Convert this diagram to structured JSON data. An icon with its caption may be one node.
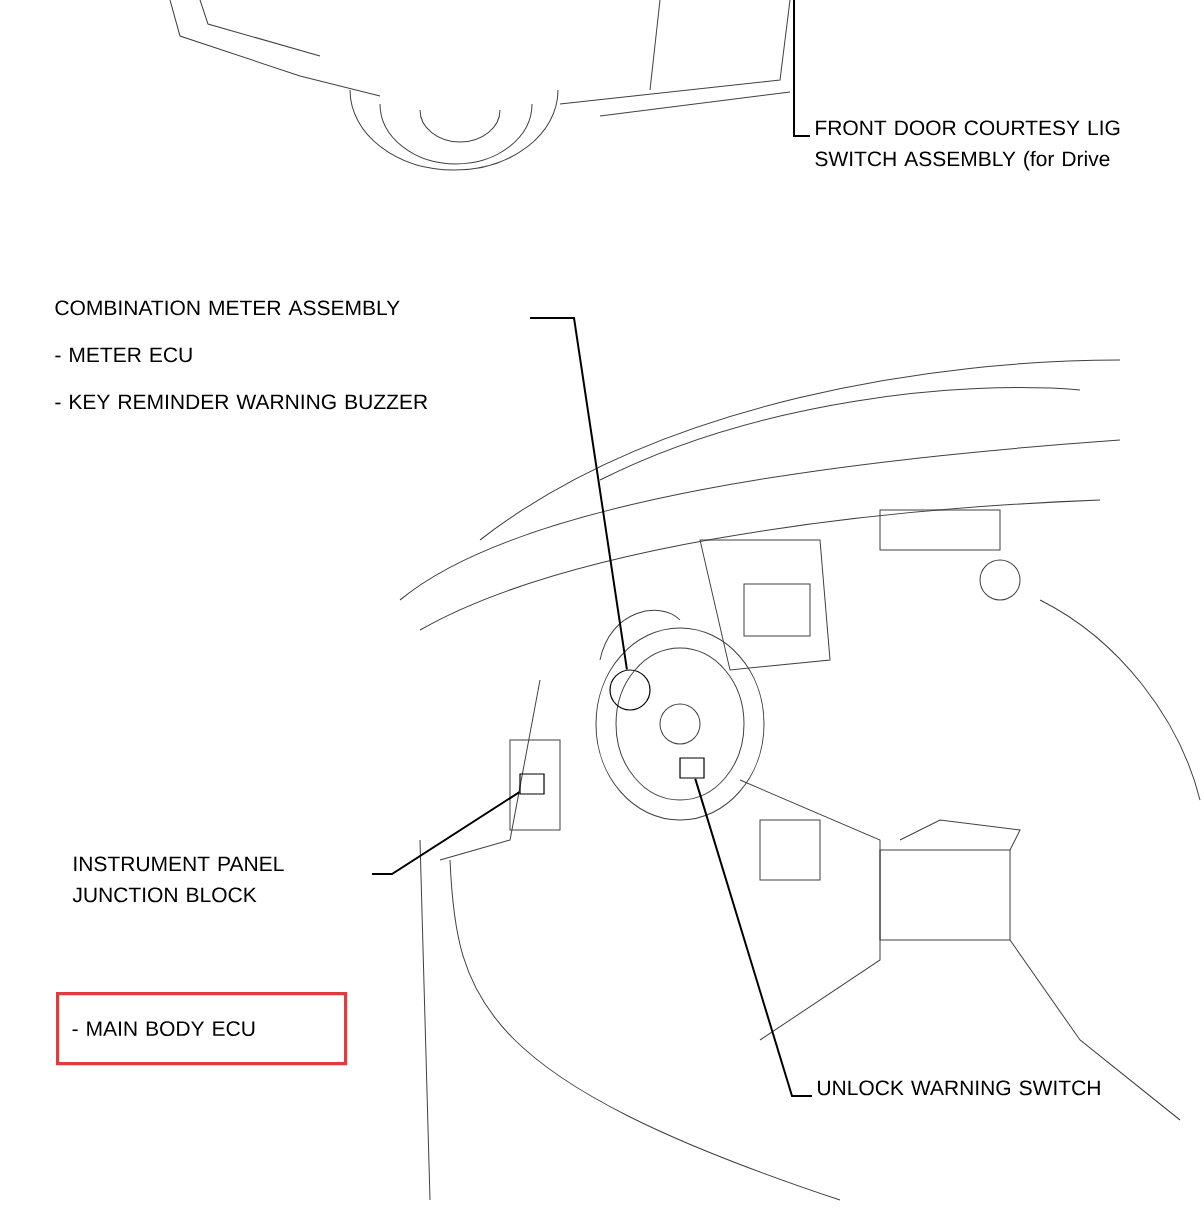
{
  "diagram": {
    "nodes": [
      {
        "text": [
          "FRONT DOOR COURTESY LIG SWITCH ASSEMBLY (for Drive"
        ]
      },
      {
        "text": [
          "COMBINATION METER ASSEMBLY",
          "- METER ECU",
          "- KEY REMINDER WARNING BUZZER"
        ]
      },
      {
        "text": [],
        "shape": "circle"
      },
      {
        "text": [
          "INSTRUMENT PANEL JUNCTION BLOCK"
        ]
      },
      {
        "text": [],
        "shape": "box"
      },
      {
        "text": [
          "- MAIN BODY ECU"
        ]
      },
      {
        "text": [
          "UNLOCK WARNING SWITCH"
        ]
      },
      {
        "text": [],
        "shape": "box"
      }
    ],
    "edges": [
      {
        "from": 0,
        "to": null,
        "arrow": "none"
      },
      {
        "from": 1,
        "to": 2,
        "arrow": "none"
      },
      {
        "from": 3,
        "to": 4,
        "arrow": "none"
      },
      {
        "from": 6,
        "to": 7,
        "arrow": "none"
      }
    ]
  }
}
